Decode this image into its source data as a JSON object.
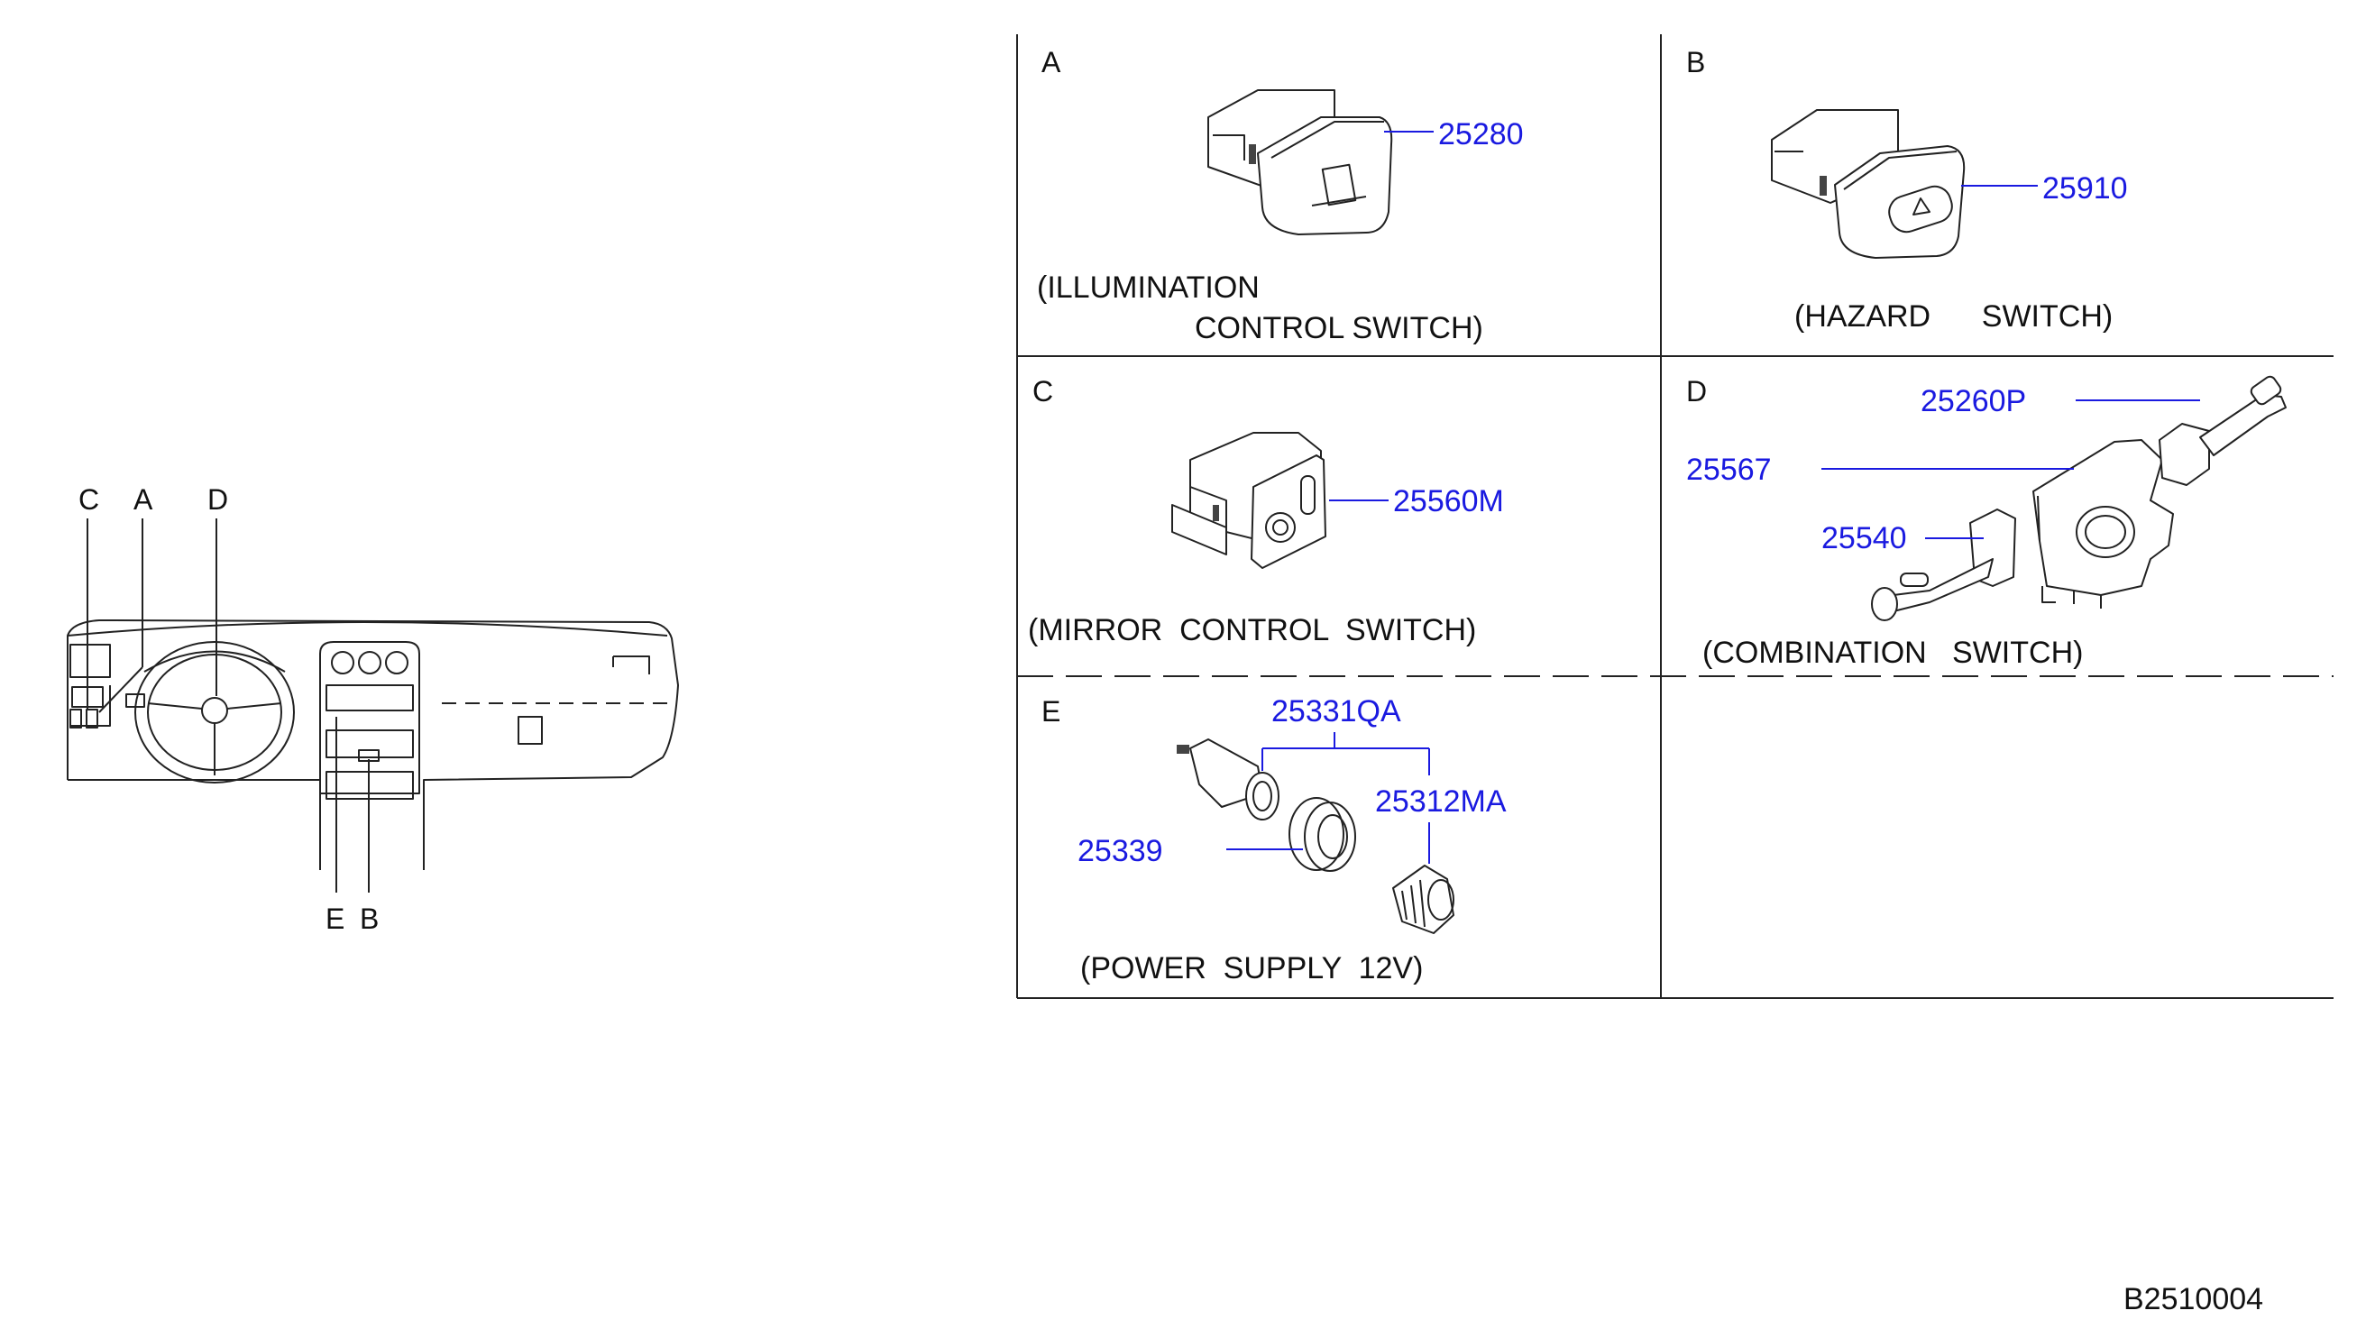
{
  "locator": {
    "letters": [
      "C",
      "A",
      "D",
      "E",
      "B"
    ]
  },
  "panels": {
    "A": {
      "letter": "A",
      "part_number": "25280",
      "caption_line1": "(ILLUMINATION",
      "caption_line2": "CONTROL  SWITCH)"
    },
    "B": {
      "letter": "B",
      "part_number": "25910",
      "caption": "(HAZARD      SWITCH)"
    },
    "C": {
      "letter": "C",
      "part_number": "25560M",
      "caption": "(MIRROR  CONTROL  SWITCH)"
    },
    "D": {
      "letter": "D",
      "part_numbers": [
        "25260P",
        "25567",
        "25540"
      ],
      "caption": "(COMBINATION   SWITCH)"
    },
    "E": {
      "letter": "E",
      "part_numbers": [
        "25331QA",
        "25312MA",
        "25339"
      ],
      "caption": "(POWER  SUPPLY  12V)"
    }
  },
  "diagram_code": "B2510004",
  "colors": {
    "part_number": "#1a1ae0",
    "line": "#222222",
    "text": "#111111"
  }
}
